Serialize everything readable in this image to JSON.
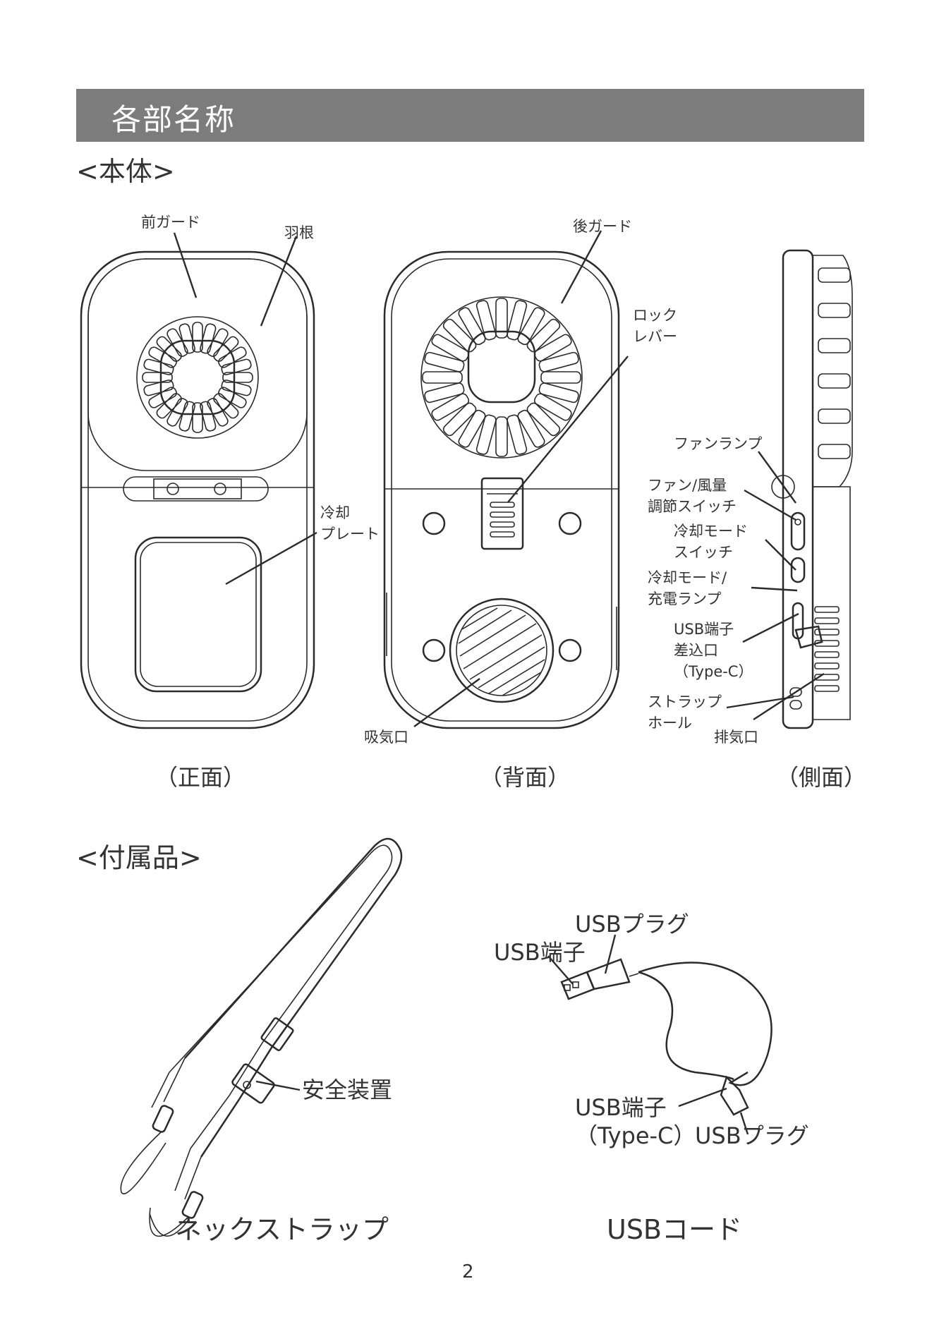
{
  "header": {
    "title": "各部名称"
  },
  "sections": {
    "body": "<本体>",
    "accessories": "<付属品>"
  },
  "body_parts": {
    "front_guard": "前ガード",
    "blade": "羽根",
    "cooling_plate": [
      "冷却",
      "プレート"
    ],
    "rear_guard": "後ガード",
    "lock_lever": [
      "ロック",
      "レバー"
    ],
    "intake": "吸気口",
    "fan_lamp": "ファンランプ",
    "fan_switch": [
      "ファン/風量",
      "調節スイッチ"
    ],
    "cool_switch": [
      "冷却モード",
      "スイッチ"
    ],
    "cool_lamp": [
      "冷却モード/",
      "充電ランプ"
    ],
    "usb_port": [
      "USB端子",
      "差込口",
      "（Type-C）"
    ],
    "strap_hole": [
      "ストラップ",
      "ホール"
    ],
    "exhaust": "排気口"
  },
  "views": {
    "front": "（正面）",
    "back": "（背面）",
    "side": "（側面）"
  },
  "accessories": {
    "safety": "安全装置",
    "usb_plug_top": "USBプラグ",
    "usb_terminal_top": "USB端子",
    "usb_terminal_typec": [
      "USB端子",
      "（Type-C）"
    ],
    "usb_plug_bottom": "USBプラグ",
    "strap_caption": "ネックストラップ",
    "cord_caption": "USBコード"
  },
  "page_number": "2"
}
